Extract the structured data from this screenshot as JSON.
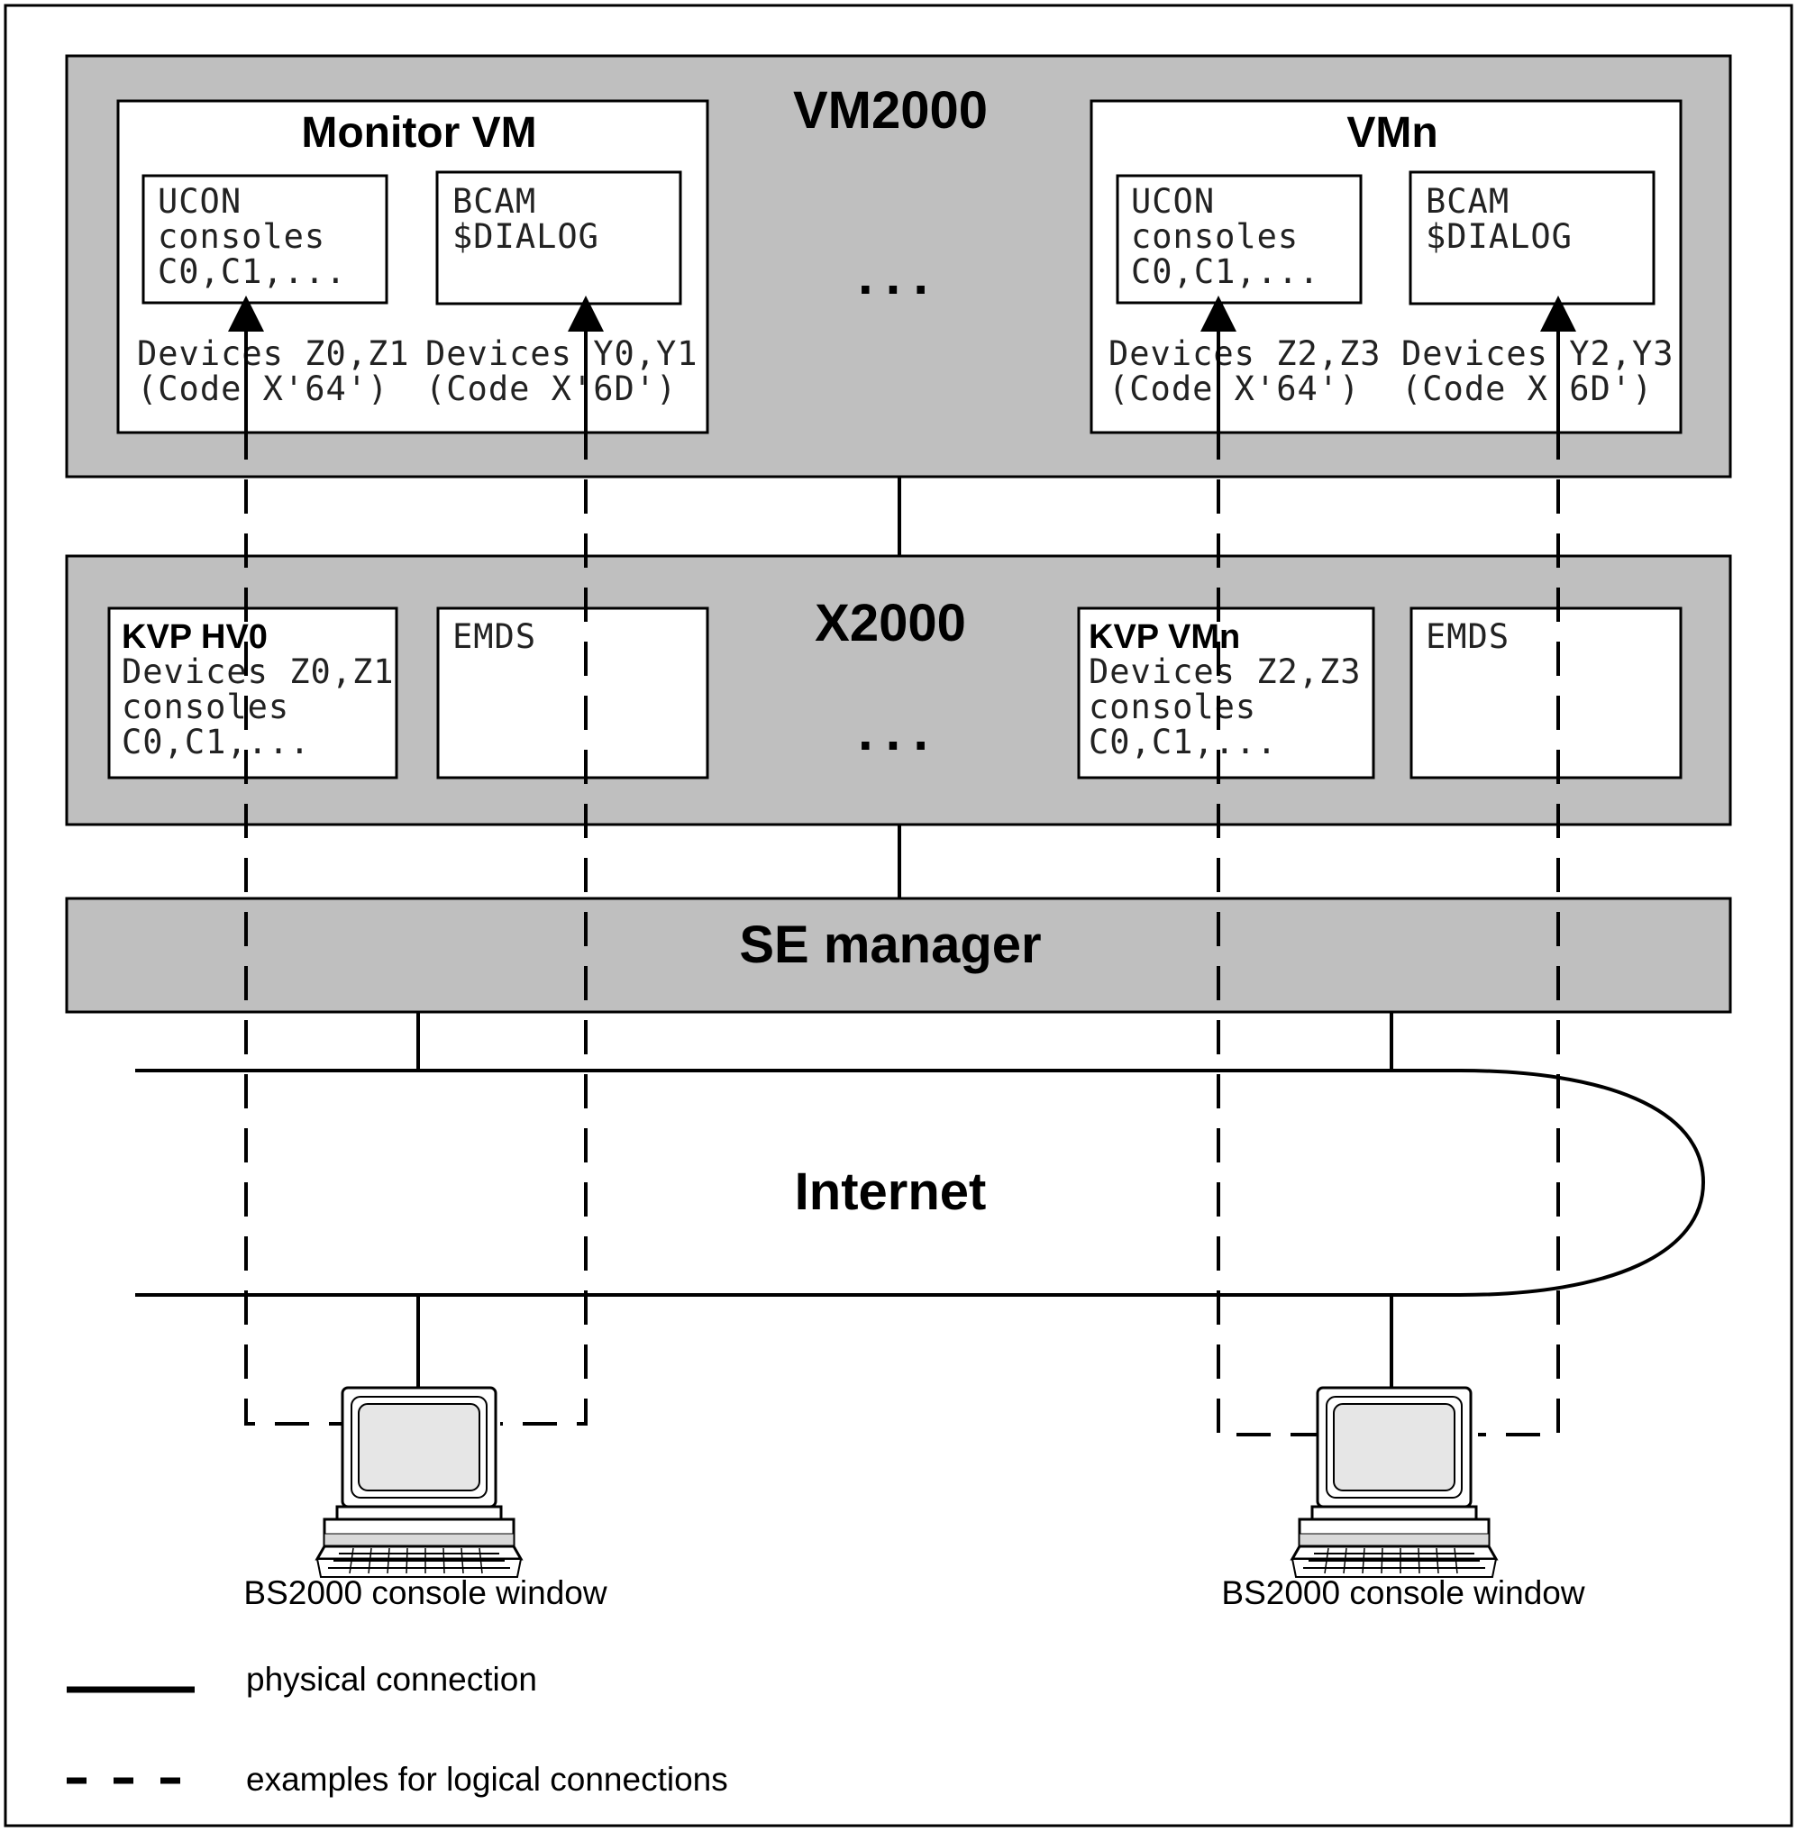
{
  "vm2000": {
    "title": "VM2000",
    "ellipsis": "...",
    "monitor_vm": {
      "title": "Monitor VM",
      "ucon": [
        "UCON",
        "consoles",
        "C0,C1,..."
      ],
      "bcam": [
        "BCAM",
        "$DIALOG"
      ],
      "devices_z": [
        "Devices Z0,Z1",
        "(Code X'64')"
      ],
      "devices_y": [
        "Devices Y0,Y1",
        "(Code X'6D')"
      ]
    },
    "vmn": {
      "title": "VMn",
      "ucon": [
        "UCON",
        "consoles",
        "C0,C1,..."
      ],
      "bcam": [
        "BCAM",
        "$DIALOG"
      ],
      "devices_z": [
        "Devices Z2,Z3",
        "(Code X'64')"
      ],
      "devices_y": [
        "Devices Y2,Y3",
        "(Code X'6D')"
      ]
    }
  },
  "x2000": {
    "title": "X2000",
    "ellipsis": "...",
    "kvp_hv0": {
      "title": "KVP  HV0",
      "lines": [
        "Devices Z0,Z1",
        "consoles",
        "C0,C1,..."
      ]
    },
    "emds_left": "EMDS",
    "kvp_vmn": {
      "title": "KVP  VMn",
      "lines": [
        "Devices Z2,Z3",
        "consoles",
        "C0,C1,..."
      ]
    },
    "emds_right": "EMDS"
  },
  "se_manager": "SE manager",
  "internet": "Internet",
  "console_left": "BS2000 console window",
  "console_right": "BS2000 console window",
  "legend": {
    "physical": "physical connection",
    "logical": "examples for logical connections"
  }
}
